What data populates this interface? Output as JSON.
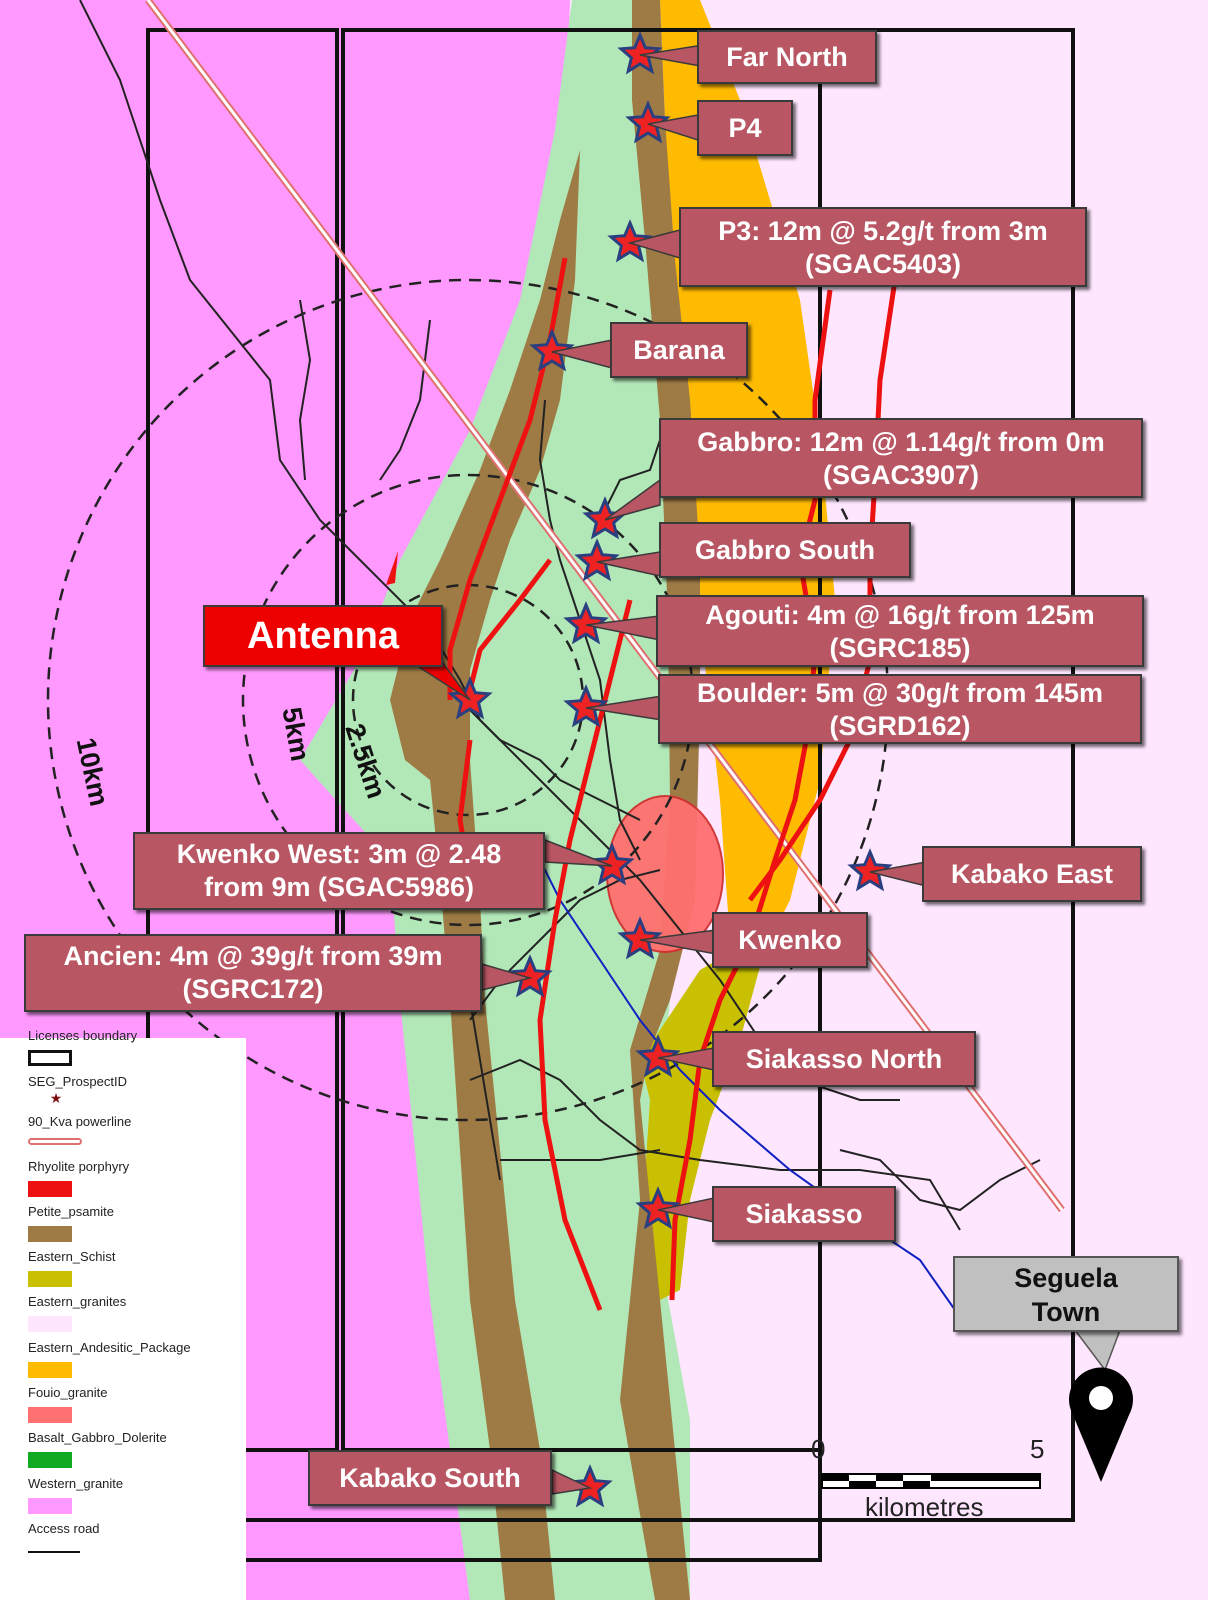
{
  "colors": {
    "western_granite": "#ff99ff",
    "eastern_granites": "#ffe6ff",
    "basalt_gabbro_dolerite": "#b2e8b8",
    "petite_psamite": "#9e7b45",
    "eastern_andesitic_package": "#ffbb00",
    "eastern_schist": "#c8c000",
    "fouio_granite": "#ff7070",
    "rhyolite_porphyry": "#ee1111",
    "callout": "#b85663",
    "antenna": "#ee0000",
    "star_fill": "#ee2222",
    "star_stroke": "#2a3f80"
  },
  "prospects": [
    {
      "name": "Far North",
      "l1": "Far North",
      "l2": ""
    },
    {
      "name": "P4",
      "l1": "P4",
      "l2": ""
    },
    {
      "name": "P3",
      "l1": "P3: 12m @ 5.2g/t from 3m",
      "l2": "(SGAC5403)"
    },
    {
      "name": "Barana",
      "l1": "Barana",
      "l2": ""
    },
    {
      "name": "Gabbro",
      "l1": "Gabbro: 12m @ 1.14g/t from 0m",
      "l2": "(SGAC3907)"
    },
    {
      "name": "Gabbro South",
      "l1": "Gabbro South",
      "l2": ""
    },
    {
      "name": "Agouti",
      "l1": "Agouti: 4m @ 16g/t from 125m",
      "l2": "(SGRC185)"
    },
    {
      "name": "Boulder",
      "l1": "Boulder: 5m @ 30g/t from 145m",
      "l2": "(SGRD162)"
    },
    {
      "name": "Kwenko West",
      "l1": "Kwenko West: 3m @ 2.48",
      "l2": "from 9m (SGAC5986)"
    },
    {
      "name": "Kabako East",
      "l1": "Kabako East",
      "l2": ""
    },
    {
      "name": "Kwenko",
      "l1": "Kwenko",
      "l2": ""
    },
    {
      "name": "Ancien",
      "l1": "Ancien: 4m @ 39g/t from 39m",
      "l2": "(SGRC172)"
    },
    {
      "name": "Siakasso North",
      "l1": "Siakasso North",
      "l2": ""
    },
    {
      "name": "Siakasso",
      "l1": "Siakasso",
      "l2": ""
    },
    {
      "name": "Kabako South",
      "l1": "Kabako South",
      "l2": ""
    }
  ],
  "antenna": {
    "label": "Antenna"
  },
  "town": {
    "line1": "Seguela",
    "line2": "Town"
  },
  "rings": {
    "r1": "2.5km",
    "r2": "5km",
    "r3": "10km"
  },
  "scale": {
    "start": "0",
    "end": "5",
    "unit": "kilometres"
  },
  "legend": [
    {
      "label": "Licenses boundary"
    },
    {
      "label": "SEG_ProspectID"
    },
    {
      "label": "90_Kva powerline"
    },
    {
      "label": "Rhyolite porphyry"
    },
    {
      "label": "Petite_psamite"
    },
    {
      "label": "Eastern_Schist"
    },
    {
      "label": "Eastern_granites"
    },
    {
      "label": "Eastern_Andesitic_Package"
    },
    {
      "label": "Fouio_granite"
    },
    {
      "label": "Basalt_Gabbro_Dolerite"
    },
    {
      "label": "Western_granite"
    },
    {
      "label": "Access road"
    }
  ]
}
